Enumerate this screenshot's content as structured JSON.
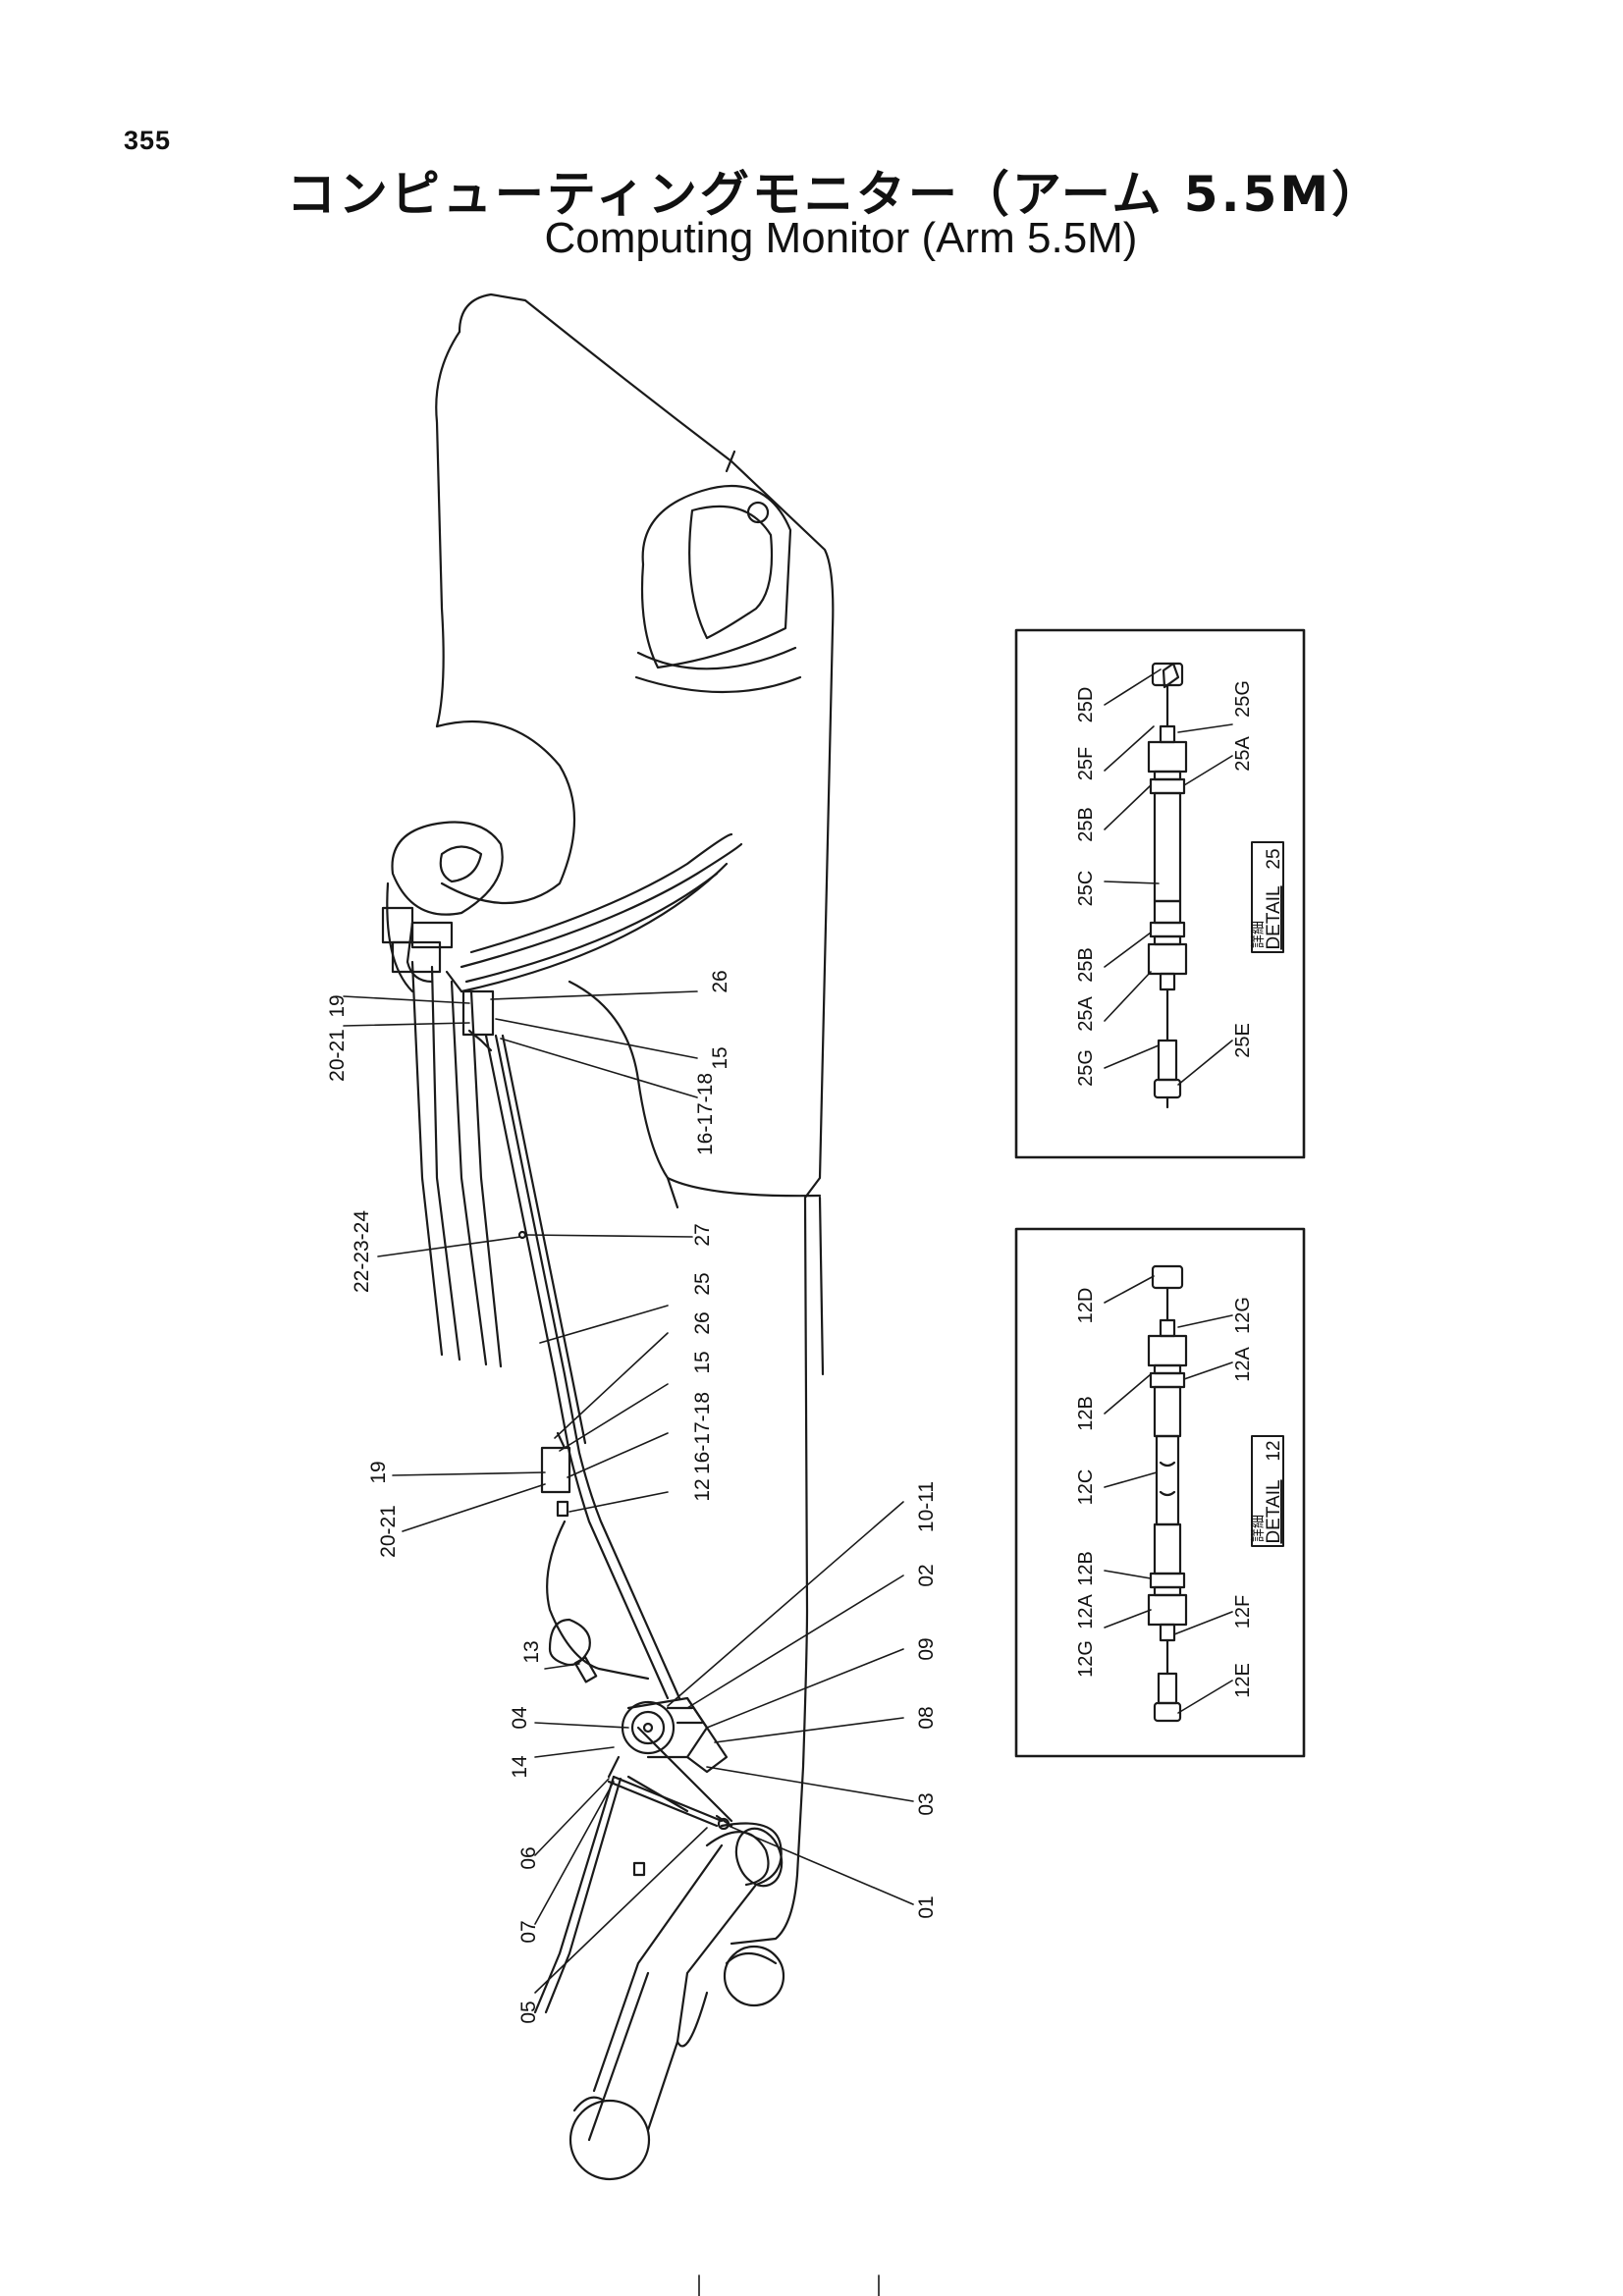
{
  "page_number": "355",
  "title_japanese": "コンピューティングモニター（アーム 5.5M）",
  "title_english": "Computing Monitor (Arm 5.5M)",
  "callouts": {
    "c19a": "19",
    "c2021a": "20-21",
    "c26a": "26",
    "c15a": "15",
    "c161718a": "16-17-18",
    "c222324": "22-23-24",
    "c27": "27",
    "c25": "25",
    "c26b": "26",
    "c15b": "15",
    "c161718b": "16-17-18",
    "c12": "12",
    "c19b": "19",
    "c2021b": "20-21",
    "c1011": "10-11",
    "c02": "02",
    "c09": "09",
    "c08": "08",
    "c03": "03",
    "c01": "01",
    "c13": "13",
    "c04": "04",
    "c14": "14",
    "c06": "06",
    "c07": "07",
    "c05": "05"
  },
  "detail_25": {
    "caption_kanji": "詳細",
    "caption": "DETAIL",
    "number": "25",
    "labels": {
      "d": "25D",
      "f": "25F",
      "b1": "25B",
      "c": "25C",
      "b2": "25B",
      "a2": "25A",
      "g2": "25G",
      "g1": "25G",
      "a1": "25A",
      "e": "25E"
    }
  },
  "detail_12": {
    "caption_kanji": "詳細",
    "caption": "DETAIL",
    "number": "12",
    "labels": {
      "d": "12D",
      "b1": "12B",
      "c": "12C",
      "b2": "12B",
      "a2": "12A",
      "g2": "12G",
      "g1": "12G",
      "a1": "12A",
      "f": "12F",
      "e": "12E"
    }
  }
}
